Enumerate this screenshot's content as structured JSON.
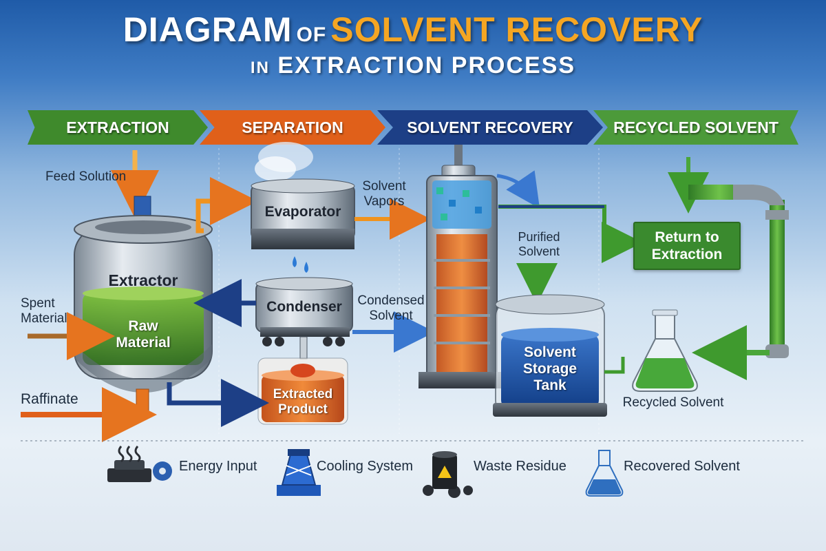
{
  "title": {
    "line1_a": "DIAGRAM",
    "line1_of": "OF",
    "line1_b": "SOLVENT RECOVERY",
    "line2_in": "IN",
    "line2": "EXTRACTION PROCESS"
  },
  "stages": [
    "EXTRACTION",
    "SEPARATION",
    "SOLVENT RECOVERY",
    "RECYCLED SOLVENT"
  ],
  "labels": {
    "feed_solution": "Feed Solution",
    "spent_material_1": "Spent",
    "spent_material_2": "Material",
    "raffinate": "Raffinate",
    "extractor": "Extractor",
    "raw_material_1": "Raw",
    "raw_material_2": "Material",
    "evaporator": "Evaporator",
    "condenser": "Condenser",
    "extracted_product_1": "Extracted",
    "extracted_product_2": "Product",
    "solvent_vapors_1": "Solvent",
    "solvent_vapors_2": "Vapors",
    "condensed_solvent_1": "Condensed",
    "condensed_solvent_2": "Solvent",
    "purified_solvent_1": "Purified",
    "purified_solvent_2": "Solvent",
    "storage_1": "Solvent",
    "storage_2": "Storage",
    "storage_3": "Tank",
    "return_1": "Return to",
    "return_2": "Extraction",
    "recycled_solvent": "Recycled Solvent"
  },
  "legend": [
    {
      "label": "Energy Input",
      "icon": "energy-input-icon"
    },
    {
      "label": "Cooling System",
      "icon": "cooling-tower-icon"
    },
    {
      "label": "Waste Residue",
      "icon": "waste-barrel-icon"
    },
    {
      "label": "Recovered Solvent",
      "icon": "flask-icon"
    }
  ],
  "colors": {
    "extraction": "#3f8a2c",
    "separation": "#e0601a",
    "recovery": "#1d3f86",
    "recycled": "#4c9a3a",
    "accent_gold": "#f5a623"
  }
}
